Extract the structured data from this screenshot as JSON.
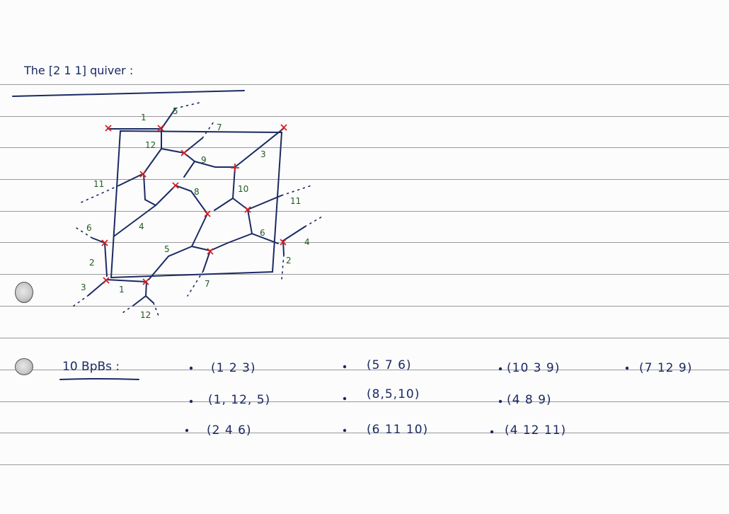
{
  "heading": {
    "text": "The [2 1 1] quiver :"
  },
  "bps": {
    "label": "10 BpBs :",
    "items": [
      "(1 2 3)",
      "(5 7 6)",
      "(10 3 9)",
      "(7 12 9)",
      "(1, 12, 5)",
      "(8,5,10)",
      "(4 8 9)",
      "(2 4 6)",
      "(6 11 10)",
      "(4 12 11)"
    ]
  },
  "edge_labels": [
    "1",
    "5",
    "7",
    "12",
    "9",
    "3",
    "11",
    "8",
    "10",
    "11",
    "6",
    "4",
    "6",
    "4",
    "5",
    "2",
    "2",
    "3",
    "1",
    "7",
    "12"
  ],
  "colors": {
    "ink": "#1b2a63",
    "node_mark": "#d42020",
    "label": "#1f5a22",
    "rule": "#9a9a9a"
  }
}
